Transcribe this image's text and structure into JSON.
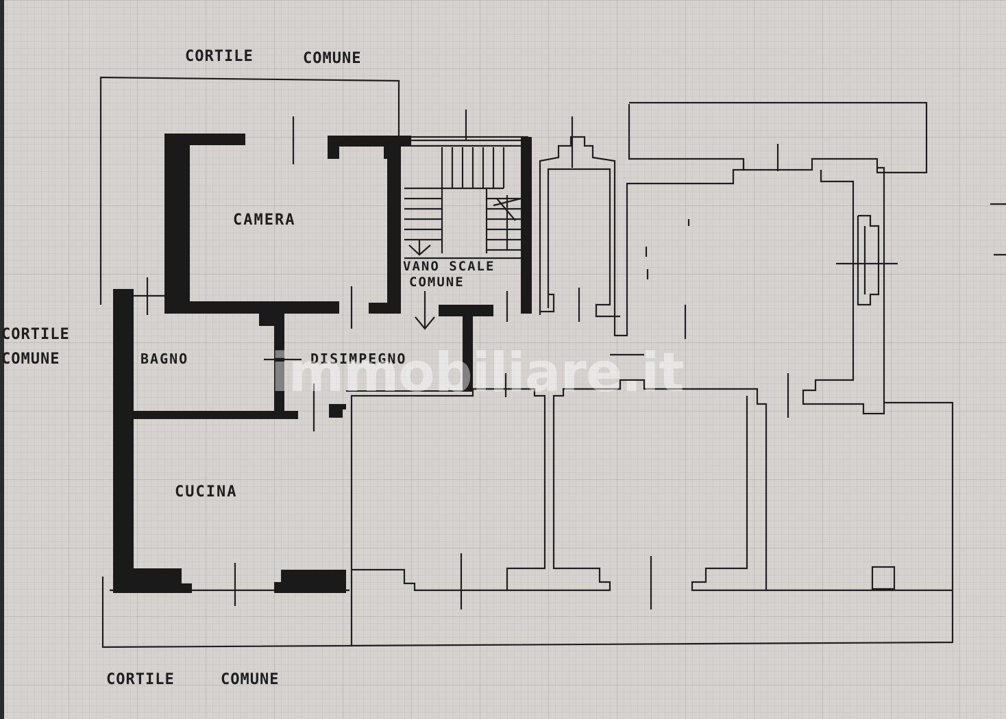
{
  "labels": {
    "top_courtyard_1": "CORTILE",
    "top_courtyard_2": "COMUNE",
    "left_courtyard_1": "CORTILE",
    "left_courtyard_2": "COMUNE",
    "bottom_courtyard_1": "CORTILE",
    "bottom_courtyard_2": "COMUNE",
    "camera": "CAMERA",
    "stairs_1": "VANO SCALE",
    "stairs_2": "COMUNE",
    "bathroom": "BAGNO",
    "hallway": "DISIMPEGNO",
    "kitchen": "CUCINA"
  },
  "watermark": "immobiliare.it",
  "colors": {
    "paper": "#d6d3cf",
    "ink": "#1e1e1e",
    "wall_fill": "#1a1a1a"
  }
}
